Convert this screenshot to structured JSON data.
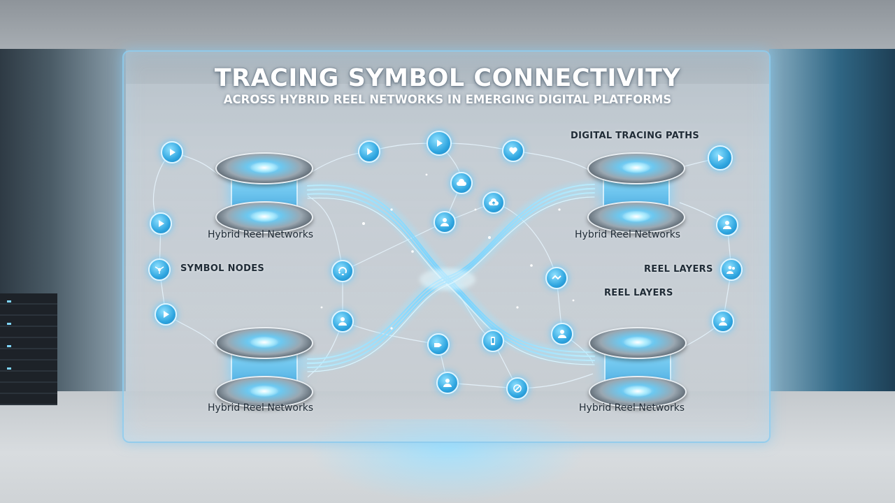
{
  "header": {
    "title": "TRACING SYMBOL CONNECTIVITY",
    "subtitle": "ACROSS HYBRID REEL NETWORKS IN EMERGING DIGITAL PLATFORMS"
  },
  "reels": {
    "top_left": "Hybrid Reel Networks",
    "top_right": "Hybrid Reel Networks",
    "bottom_left": "Hybrid Reel Networks",
    "bottom_right": "Hybrid Reel Networks"
  },
  "annotations": {
    "symbol_nodes": "SYMBOL NODES",
    "digital_tracing_paths": "DIGITAL TRACING PATHS",
    "reel_layers_right": "REEL LAYERS",
    "reel_layers_center": "REEL LAYERS"
  },
  "colors": {
    "accent": "#2fa6e0",
    "glow": "#8fe0ff",
    "panel_border": "#8ccdf0"
  },
  "icons": [
    "play-icon",
    "cloud-icon",
    "user-icon",
    "network-icon",
    "phone-icon",
    "tag-icon"
  ]
}
